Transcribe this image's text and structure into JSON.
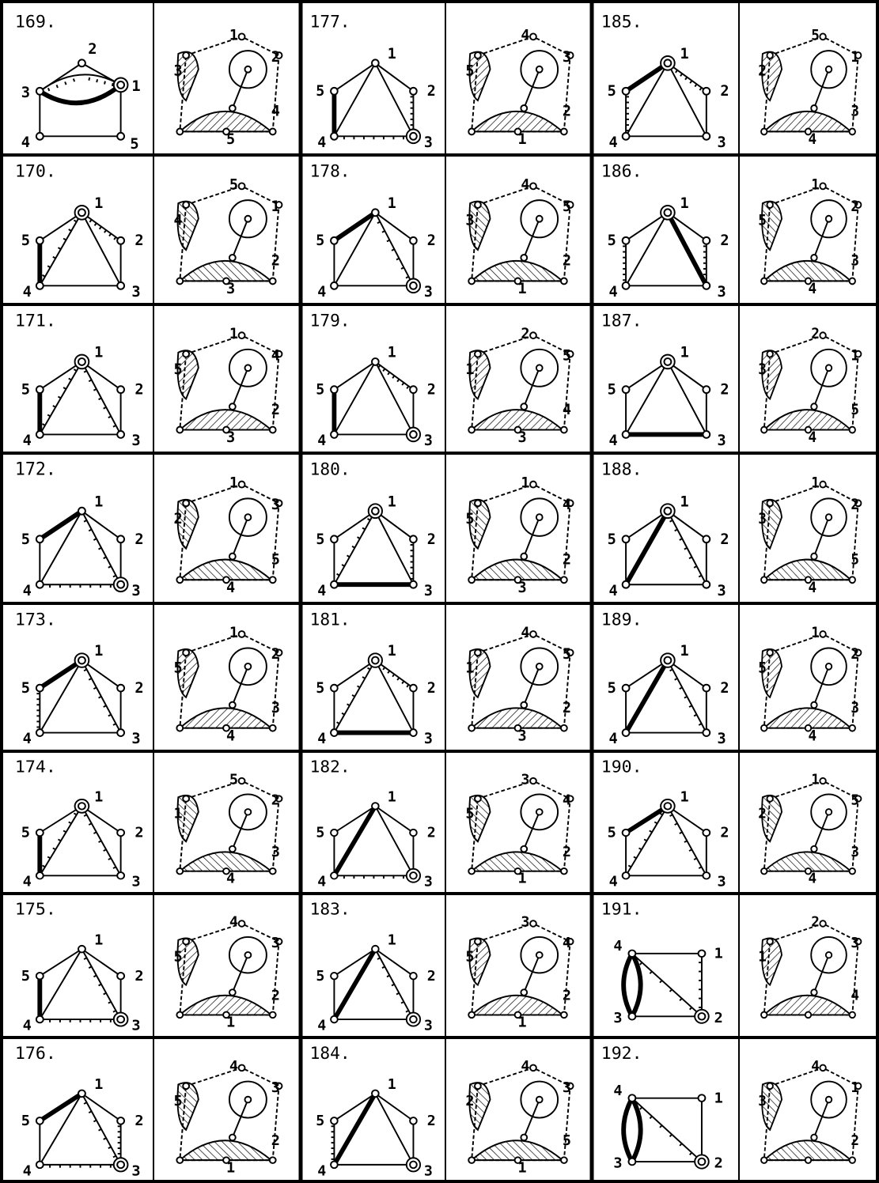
{
  "colors": {
    "ink": "#000000",
    "paper": "#ffffff"
  },
  "rows": [
    {
      "cells": [
        {
          "number": "169.",
          "graph": {
            "type": "pentagon-arc",
            "labels": [
              "1",
              "2",
              "3",
              "4",
              "5"
            ],
            "highlight": "1",
            "thick": "3-1",
            "ticked": [
              "3-2"
            ]
          }
        },
        {
          "sketch": {
            "labels": [
              "1",
              "2",
              "3",
              "4",
              "5"
            ]
          }
        },
        {
          "number": "177.",
          "graph": {
            "type": "pentagon",
            "labels": [
              "1",
              "2",
              "3",
              "4",
              "5"
            ],
            "highlight": "3",
            "thick": "5-4",
            "ticked": [
              "2-3",
              "4-3"
            ]
          }
        },
        {
          "sketch": {
            "labels": [
              "4",
              "3",
              "5",
              "2",
              "1"
            ]
          }
        },
        {
          "number": "185.",
          "graph": {
            "type": "pentagon",
            "labels": [
              "1",
              "2",
              "3",
              "4",
              "5"
            ],
            "highlight": "1",
            "thick": "5-1",
            "ticked": [
              "1-2",
              "4-5"
            ]
          }
        },
        {
          "sketch": {
            "labels": [
              "5",
              "1",
              "2",
              "3",
              "4"
            ]
          }
        }
      ]
    },
    {
      "cells": [
        {
          "number": "170.",
          "graph": {
            "type": "pentagon",
            "labels": [
              "1",
              "2",
              "3",
              "4",
              "5"
            ],
            "highlight": "1",
            "thick": "5-4",
            "ticked": [
              "1-2",
              "1-4"
            ]
          }
        },
        {
          "sketch": {
            "labels": [
              "5",
              "1",
              "4",
              "2",
              "3"
            ]
          }
        },
        {
          "number": "178.",
          "graph": {
            "type": "pentagon",
            "labels": [
              "1",
              "2",
              "3",
              "4",
              "5"
            ],
            "highlight": "3",
            "thick": "5-1",
            "ticked": [
              "1-3"
            ]
          }
        },
        {
          "sketch": {
            "labels": [
              "4",
              "5",
              "3",
              "2",
              "1"
            ]
          }
        },
        {
          "number": "186.",
          "graph": {
            "type": "pentagon",
            "labels": [
              "1",
              "2",
              "3",
              "4",
              "5"
            ],
            "highlight": "1",
            "thick": "1-3",
            "ticked": [
              "5-4",
              "2-3"
            ]
          }
        },
        {
          "sketch": {
            "labels": [
              "1",
              "2",
              "5",
              "3",
              "4"
            ]
          }
        }
      ]
    },
    {
      "cells": [
        {
          "number": "171.",
          "graph": {
            "type": "pentagon",
            "labels": [
              "1",
              "2",
              "3",
              "4",
              "5"
            ],
            "highlight": "1",
            "thick": "5-4",
            "ticked": [
              "1-4",
              "1-3"
            ]
          }
        },
        {
          "sketch": {
            "labels": [
              "1",
              "4",
              "5",
              "2",
              "3"
            ]
          }
        },
        {
          "number": "179.",
          "graph": {
            "type": "pentagon",
            "labels": [
              "1",
              "2",
              "3",
              "4",
              "5"
            ],
            "highlight": "3",
            "thick": "5-4",
            "ticked": [
              "1-2"
            ]
          }
        },
        {
          "sketch": {
            "labels": [
              "2",
              "5",
              "1",
              "4",
              "3"
            ]
          }
        },
        {
          "number": "187.",
          "graph": {
            "type": "pentagon",
            "labels": [
              "1",
              "2",
              "3",
              "4",
              "5"
            ],
            "highlight": "1",
            "thick": "4-3",
            "ticked": []
          }
        },
        {
          "sketch": {
            "labels": [
              "2",
              "1",
              "3",
              "5",
              "4"
            ]
          }
        }
      ]
    },
    {
      "cells": [
        {
          "number": "172.",
          "graph": {
            "type": "pentagon",
            "labels": [
              "1",
              "2",
              "3",
              "4",
              "5"
            ],
            "highlight": "3",
            "thick": "5-1",
            "ticked": [
              "1-3",
              "4-3"
            ]
          }
        },
        {
          "sketch": {
            "labels": [
              "1",
              "3",
              "2",
              "5",
              "4"
            ]
          }
        },
        {
          "number": "180.",
          "graph": {
            "type": "pentagon",
            "labels": [
              "1",
              "2",
              "3",
              "4",
              "5"
            ],
            "highlight": "1",
            "thick": "4-3",
            "ticked": [
              "1-4",
              "2-3"
            ]
          }
        },
        {
          "sketch": {
            "labels": [
              "1",
              "4",
              "5",
              "2",
              "3"
            ]
          }
        },
        {
          "number": "188.",
          "graph": {
            "type": "pentagon",
            "labels": [
              "1",
              "2",
              "3",
              "4",
              "5"
            ],
            "highlight": "1",
            "thick": "1-4",
            "ticked": [
              "1-3"
            ]
          }
        },
        {
          "sketch": {
            "labels": [
              "1",
              "2",
              "3",
              "5",
              "4"
            ]
          }
        }
      ]
    },
    {
      "cells": [
        {
          "number": "173.",
          "graph": {
            "type": "pentagon",
            "labels": [
              "1",
              "2",
              "3",
              "4",
              "5"
            ],
            "highlight": "1",
            "thick": "5-1",
            "ticked": [
              "1-3",
              "5-4"
            ]
          }
        },
        {
          "sketch": {
            "labels": [
              "1",
              "2",
              "5",
              "3",
              "4"
            ]
          }
        },
        {
          "number": "181.",
          "graph": {
            "type": "pentagon",
            "labels": [
              "1",
              "2",
              "3",
              "4",
              "5"
            ],
            "highlight": "1",
            "thick": "4-3",
            "ticked": [
              "1-4",
              "1-2"
            ]
          }
        },
        {
          "sketch": {
            "labels": [
              "4",
              "5",
              "1",
              "2",
              "3"
            ]
          }
        },
        {
          "number": "189.",
          "graph": {
            "type": "pentagon",
            "labels": [
              "1",
              "2",
              "3",
              "4",
              "5"
            ],
            "highlight": "1",
            "thick": "1-4",
            "ticked": [
              "1-3"
            ]
          }
        },
        {
          "sketch": {
            "labels": [
              "1",
              "2",
              "5",
              "3",
              "4"
            ]
          }
        }
      ]
    },
    {
      "cells": [
        {
          "number": "174.",
          "graph": {
            "type": "pentagon",
            "labels": [
              "1",
              "2",
              "3",
              "4",
              "5"
            ],
            "highlight": "1",
            "thick": "5-4",
            "ticked": [
              "1-4",
              "1-3"
            ]
          }
        },
        {
          "sketch": {
            "labels": [
              "5",
              "2",
              "1",
              "3",
              "4"
            ]
          }
        },
        {
          "number": "182.",
          "graph": {
            "type": "pentagon",
            "labels": [
              "1",
              "2",
              "3",
              "4",
              "5"
            ],
            "highlight": "3",
            "thick": "1-4",
            "ticked": [
              "4-3"
            ]
          }
        },
        {
          "sketch": {
            "labels": [
              "3",
              "4",
              "5",
              "2",
              "1"
            ]
          }
        },
        {
          "number": "190.",
          "graph": {
            "type": "pentagon",
            "labels": [
              "1",
              "2",
              "3",
              "4",
              "5"
            ],
            "highlight": "1",
            "thick": "5-1",
            "ticked": [
              "1-4",
              "1-3"
            ]
          }
        },
        {
          "sketch": {
            "labels": [
              "1",
              "5",
              "2",
              "3",
              "4"
            ]
          }
        }
      ]
    },
    {
      "cells": [
        {
          "number": "175.",
          "graph": {
            "type": "pentagon",
            "labels": [
              "1",
              "2",
              "3",
              "4",
              "5"
            ],
            "highlight": "3",
            "thick": "5-4",
            "ticked": [
              "1-3",
              "4-3"
            ]
          }
        },
        {
          "sketch": {
            "labels": [
              "4",
              "3",
              "5",
              "2",
              "1"
            ]
          }
        },
        {
          "number": "183.",
          "graph": {
            "type": "pentagon",
            "labels": [
              "1",
              "2",
              "3",
              "4",
              "5"
            ],
            "highlight": "3",
            "thick": "1-4",
            "ticked": [
              "1-3"
            ]
          }
        },
        {
          "sketch": {
            "labels": [
              "3",
              "4",
              "5",
              "2",
              "1"
            ]
          }
        },
        {
          "number": "191.",
          "graph": {
            "type": "square-lens",
            "labels": [
              "1",
              "2",
              "3",
              "4"
            ],
            "highlight": "2",
            "thick": "4-3",
            "ticked": [
              "1-2",
              "4-2"
            ]
          }
        },
        {
          "sketch": {
            "labels": [
              "2",
              "3",
              "1",
              "4"
            ]
          }
        }
      ]
    },
    {
      "cells": [
        {
          "number": "176.",
          "graph": {
            "type": "pentagon",
            "labels": [
              "1",
              "2",
              "3",
              "4",
              "5"
            ],
            "highlight": "3",
            "thick": "5-1",
            "ticked": [
              "1-3",
              "4-3",
              "2-3"
            ]
          }
        },
        {
          "sketch": {
            "labels": [
              "4",
              "3",
              "5",
              "2",
              "1"
            ]
          }
        },
        {
          "number": "184.",
          "graph": {
            "type": "pentagon",
            "labels": [
              "1",
              "2",
              "3",
              "4",
              "5"
            ],
            "highlight": "3",
            "thick": "1-4",
            "ticked": [
              "5-4"
            ]
          }
        },
        {
          "sketch": {
            "labels": [
              "4",
              "3",
              "2",
              "5",
              "1"
            ]
          }
        },
        {
          "number": "192.",
          "graph": {
            "type": "square-lens",
            "labels": [
              "1",
              "2",
              "3",
              "4"
            ],
            "highlight": "2",
            "thick": "4-3",
            "ticked": [
              "4-2"
            ]
          }
        },
        {
          "sketch": {
            "labels": [
              "4",
              "1",
              "3",
              "2"
            ]
          }
        }
      ]
    }
  ]
}
